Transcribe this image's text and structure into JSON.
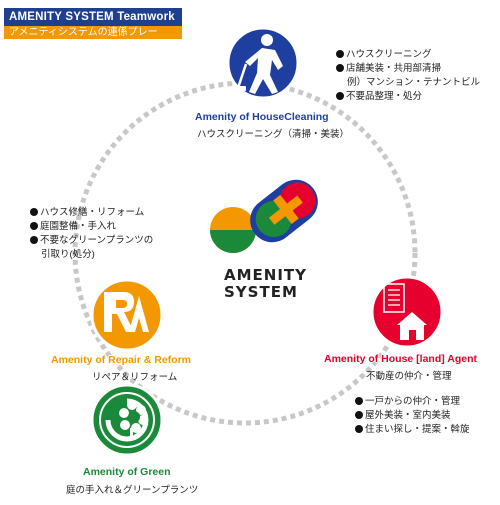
{
  "header": {
    "title": "AMENITY SYSTEM Teamwork",
    "subtitle": "アメニティシステムの連係プレー"
  },
  "center": {
    "logo_icon": "amenity-system-logo",
    "brand_line1": "AMENITY",
    "brand_line2": "SYSTEM"
  },
  "nodes": {
    "cleaning": {
      "title": "Amenity of HouseCleaning",
      "subtitle": "ハウスクリーニング（清掃・美装）",
      "icon": "cleaning-person-icon",
      "color": "#1f3fa0",
      "bullets": [
        {
          "text": "ハウスクリーニング",
          "bullet": true
        },
        {
          "text": "店舗美装・共用部清掃",
          "bullet": true
        },
        {
          "text": "例）マンション・テナントビル",
          "bullet": false
        },
        {
          "text": "不要品整理・処分",
          "bullet": true
        }
      ]
    },
    "repair": {
      "title": "Amenity of Repair & Reform",
      "subtitle": "リペア＆リフォーム",
      "icon": "repair-reform-icon",
      "color": "#f39800",
      "bullets": [
        {
          "text": "ハウス修繕・リフォーム",
          "bullet": true
        },
        {
          "text": "庭園整備・手入れ",
          "bullet": true
        },
        {
          "text": "不要なグリーンプランツの",
          "bullet": true
        },
        {
          "text": "引取り(処分)",
          "bullet": false
        }
      ]
    },
    "agent": {
      "title": "Amenity of House [land] Agent",
      "subtitle": "不動産の仲介・管理",
      "icon": "house-agent-icon",
      "color": "#e5002d",
      "bullets": [
        {
          "text": "一戸からの仲介・管理",
          "bullet": true
        },
        {
          "text": "屋外美装・室内美装",
          "bullet": true
        },
        {
          "text": "住まい探し・提案・斡旋",
          "bullet": true
        }
      ]
    },
    "green": {
      "title": "Amenity of Green",
      "subtitle": "庭の手入れ＆グリーンプランツ",
      "icon": "green-leaf-icon",
      "color": "#1a8a3a"
    }
  }
}
